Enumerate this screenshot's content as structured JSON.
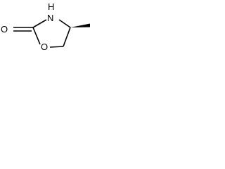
{
  "molecule": {
    "atoms": {
      "carbonyl_oxygen": "O",
      "nitrogen": "N",
      "hydrogen": "H",
      "ring_oxygen": "O"
    }
  },
  "colors": {
    "bond": "#000000",
    "background": "#ffffff"
  }
}
